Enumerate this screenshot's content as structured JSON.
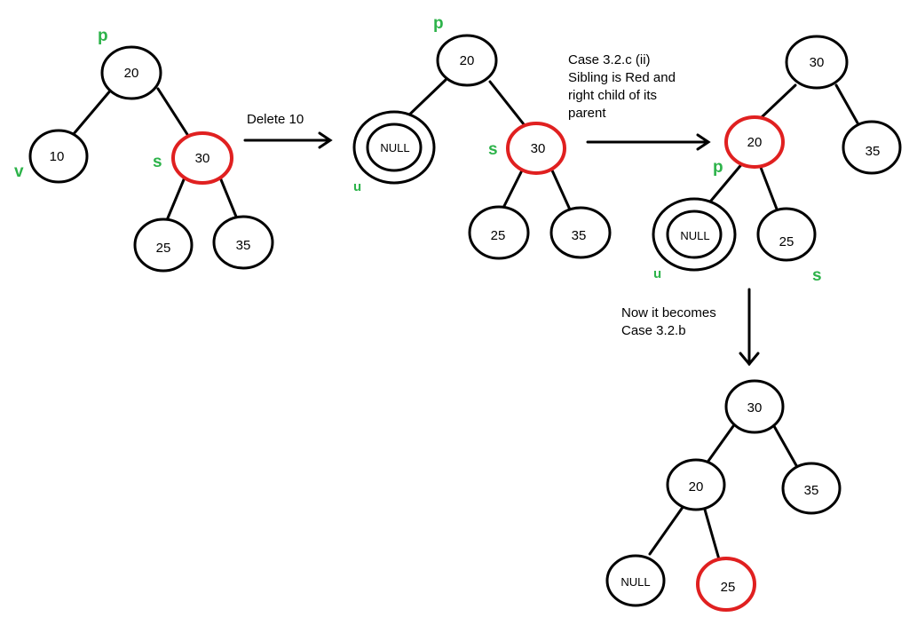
{
  "colors": {
    "black_node": "#000000",
    "red_node": "#e02020",
    "tag": "#2db34a",
    "background": "#ffffff"
  },
  "tree1": {
    "root": "20",
    "left": "10",
    "right": "30",
    "right_left": "25",
    "right_right": "35",
    "tag_p": "p",
    "tag_v": "v",
    "tag_s": "s"
  },
  "step1": {
    "label": "Delete 10"
  },
  "tree2": {
    "root": "20",
    "left": "NULL",
    "right": "30",
    "right_left": "25",
    "right_right": "35",
    "tag_p": "p",
    "tag_s": "s",
    "tag_u": "u"
  },
  "step2": {
    "lines": [
      "Case 3.2.c (ii)",
      "Sibling is Red and",
      "right child of its",
      "parent"
    ]
  },
  "tree3": {
    "root": "30",
    "left": "20",
    "right": "35",
    "left_left": "NULL",
    "left_right": "25",
    "tag_p": "p",
    "tag_u": "u",
    "tag_s": "s"
  },
  "step3": {
    "lines": [
      "Now it becomes",
      "Case 3.2.b"
    ]
  },
  "tree4": {
    "root": "30",
    "left": "20",
    "right": "35",
    "left_left": "NULL",
    "left_right": "25"
  }
}
